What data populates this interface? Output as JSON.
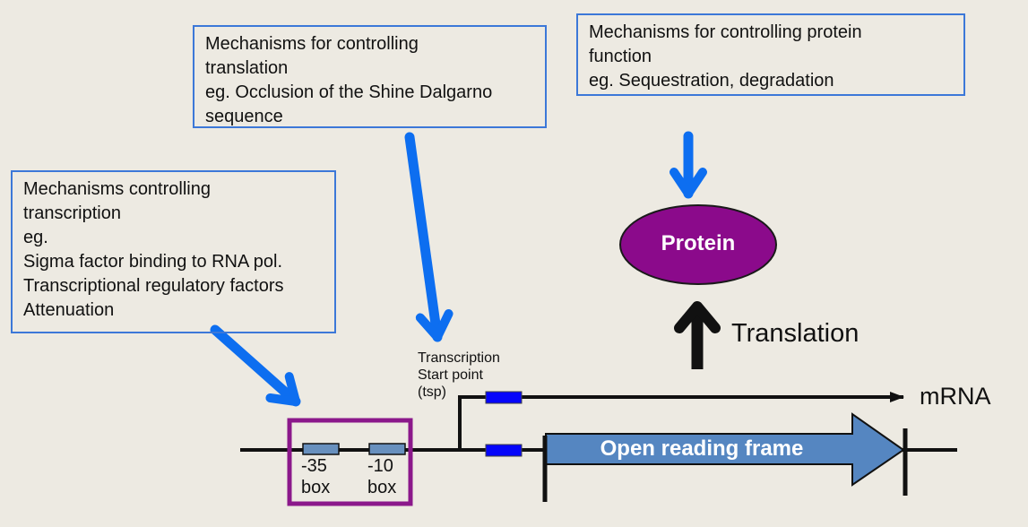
{
  "page": {
    "background": "#EDEAE2"
  },
  "colors": {
    "arrow_blue": "#0D6EF0",
    "callout_border_blue": "#3C78D8",
    "protein_purple": "#8B0A8B",
    "promoter_outline_purple": "#8B188B",
    "orf_steel_blue": "#5586C1",
    "element_box_blue": "#6890BE",
    "sequence_marker_blue": "#0505FA",
    "line_black": "#111111",
    "text_black": "#111111",
    "orf_text_white": "#FFFFFF"
  },
  "callouts": {
    "transcription": {
      "lines": [
        "Mechanisms controlling",
        "transcription",
        "eg.",
        "Sigma factor binding to RNA pol.",
        "Transcriptional regulatory factors",
        "Attenuation"
      ]
    },
    "translation": {
      "lines": [
        "Mechanisms for controlling",
        "translation",
        "eg. Occlusion of the Shine Dalgarno",
        "sequence"
      ]
    },
    "protein_function": {
      "lines": [
        "Mechanisms for controlling protein",
        "function",
        "eg. Sequestration, degradation"
      ]
    }
  },
  "labels": {
    "tsp_line1": "Transcription",
    "tsp_line2": "Start point",
    "tsp_line3": "(tsp)",
    "mrna": "mRNA",
    "translation_process": "Translation",
    "protein": "Protein",
    "orf": "Open reading frame",
    "minus35_value": "-35",
    "minus35_unit": "box",
    "minus10_value": "-10",
    "minus10_unit": "box"
  }
}
